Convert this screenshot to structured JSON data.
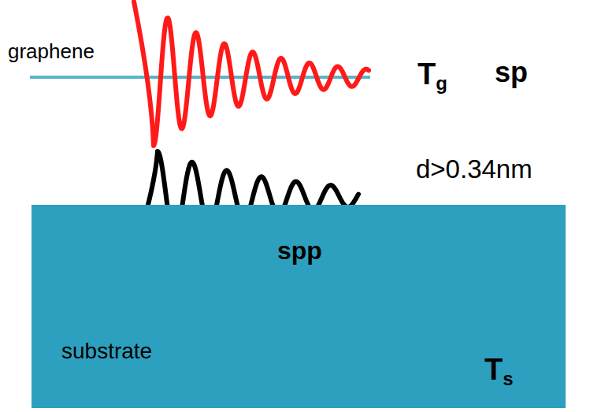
{
  "diagram": {
    "nodes": [
      {
        "text": [
          "substrate",
          "Ts"
        ]
      }
    ],
    "labels": [
      "graphene",
      "Tg",
      "sp",
      "d>0.34nm",
      "spp"
    ]
  }
}
